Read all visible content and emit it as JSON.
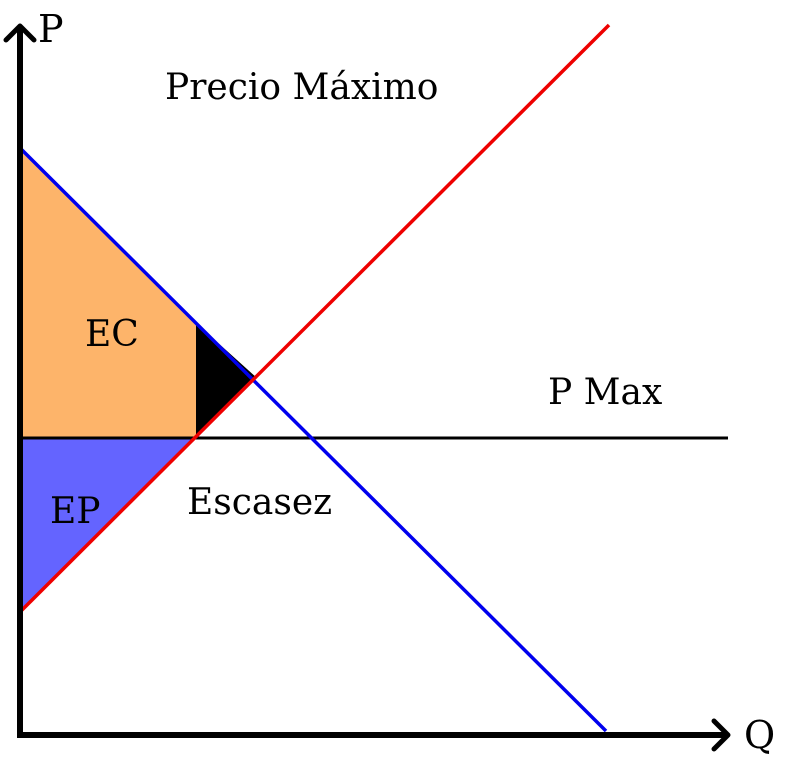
{
  "title": "Precio Máximo",
  "axes": {
    "y_label": "P",
    "x_label": "Q"
  },
  "labels": {
    "price_ceiling": "P Max",
    "consumer_surplus": "EC",
    "producer_surplus": "EP",
    "shortage": "Escasez"
  },
  "colors": {
    "demand": "#0000ee",
    "supply": "#ee0000",
    "price_ceiling": "#000000",
    "consumer_surplus": "#fdb46a",
    "producer_surplus": "#6464ff",
    "deadweight_loss": "#000000",
    "axes": "#000000"
  }
}
